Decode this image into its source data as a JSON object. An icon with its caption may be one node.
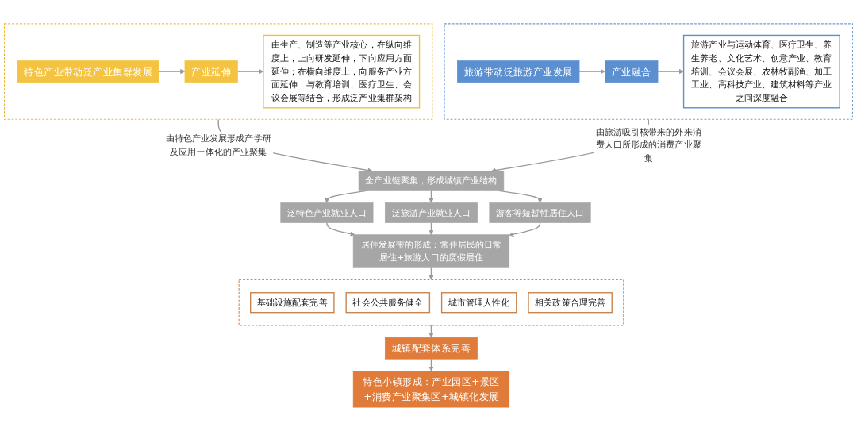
{
  "diagram": {
    "nodes": [
      {
        "text": [],
        "shape": "box"
      },
      {
        "text": [
          "特色产业带动泛产业集群发展"
        ],
        "in": 0
      },
      {
        "text": [
          "产业延伸"
        ],
        "in": 0
      },
      {
        "text": [
          "由生产、制造等产业核心，在纵向维度上，上向研发延伸，下向应用方面延伸；在横向维度上，向服务产业方面延伸，与教育培训、医疗卫生、会议会展等结合，形成泛产业集群架构"
        ],
        "in": 0
      },
      {
        "text": [],
        "shape": "box"
      },
      {
        "text": [
          "旅游带动泛旅游产业发展"
        ],
        "in": 4
      },
      {
        "text": [
          "产业融合"
        ],
        "in": 4
      },
      {
        "text": [
          "旅游产业与运动体育、医疗卫生、养生养老、文化艺术、创意产业、教育培训、会议会展、农林牧副渔、加工工业、高科技产业、建筑材料等产业之间深度融合"
        ],
        "in": 4
      },
      {
        "text": [
          "全产业链聚集，形成城镇产业结构"
        ]
      },
      {
        "text": [
          "泛特色产业就业人口"
        ]
      },
      {
        "text": [
          "泛旅游产业就业人口"
        ]
      },
      {
        "text": [
          "游客等短暂性居住人口"
        ]
      },
      {
        "text": [
          "居住发展带的形成：常住居民的日常居住+旅游人口的度假居住"
        ]
      },
      {
        "text": [],
        "shape": "box"
      },
      {
        "text": [
          "基础设施配套完善"
        ],
        "in": 13
      },
      {
        "text": [
          "社会公共服务健全"
        ],
        "in": 13
      },
      {
        "text": [
          "城市管理人性化"
        ],
        "in": 13
      },
      {
        "text": [
          "相关政策合理完善"
        ],
        "in": 13
      },
      {
        "text": [
          "城镇配套体系完善"
        ]
      },
      {
        "text": [
          "特色小镇形成：产业园区+景区+消费产业聚集区+城镇化发展"
        ]
      }
    ],
    "edges": [
      {
        "from": 1,
        "to": 2,
        "arrow": "to"
      },
      {
        "from": 2,
        "to": 3,
        "arrow": "to"
      },
      {
        "from": 5,
        "to": 6,
        "arrow": "to"
      },
      {
        "from": 6,
        "to": 7,
        "arrow": "to"
      },
      {
        "from": 0,
        "to": 8,
        "arrow": "to",
        "label": "由特色产业发展形成产学研及应用一体化的产业聚集"
      },
      {
        "from": 4,
        "to": 8,
        "arrow": "to",
        "label": "由旅游吸引核带来的外来消费人口所形成的消费产业聚集"
      },
      {
        "from": 8,
        "to": 9,
        "arrow": "to"
      },
      {
        "from": 8,
        "to": 10,
        "arrow": "to"
      },
      {
        "from": 8,
        "to": 11,
        "arrow": "to"
      },
      {
        "from": 9,
        "to": 12,
        "arrow": "to"
      },
      {
        "from": 10,
        "to": 12,
        "arrow": "to"
      },
      {
        "from": 11,
        "to": 12,
        "arrow": "to"
      },
      {
        "from": 12,
        "to": 13,
        "arrow": "to"
      },
      {
        "from": 13,
        "to": 18,
        "arrow": "to"
      },
      {
        "from": 18,
        "to": 19,
        "arrow": "to"
      }
    ]
  }
}
